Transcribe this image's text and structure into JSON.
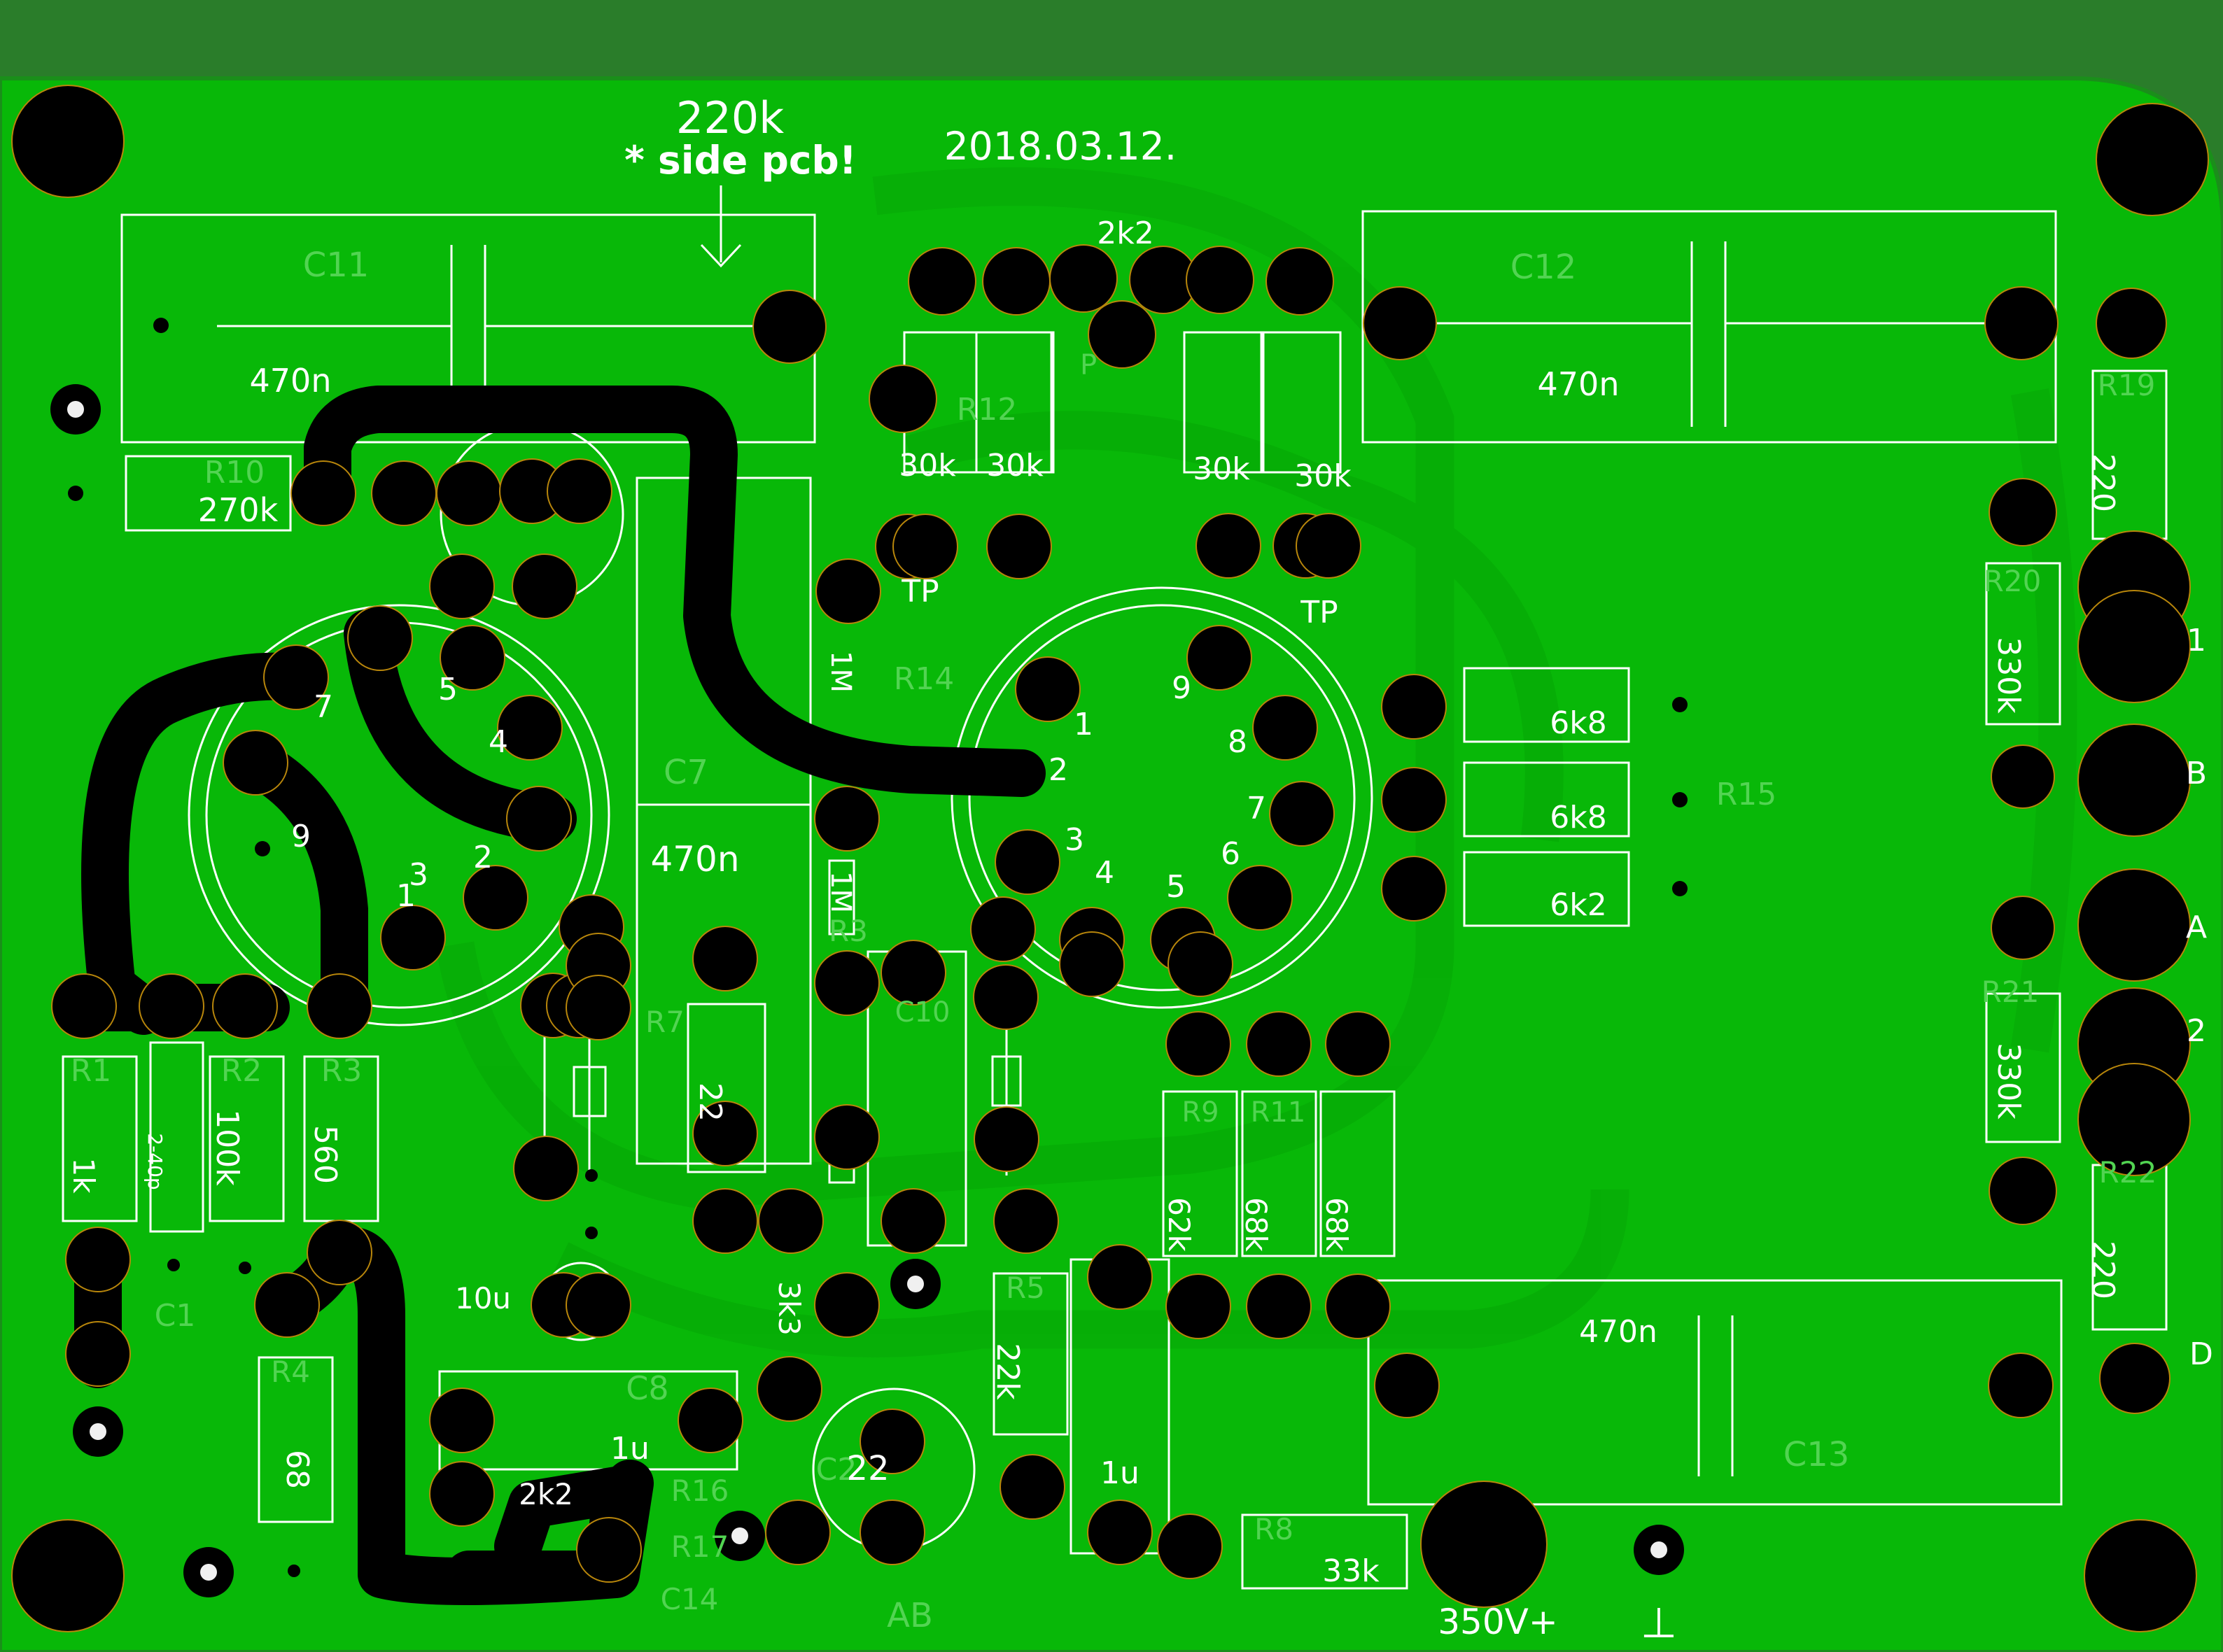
{
  "colors": {
    "margin": "#2a7d2a",
    "board": "#08b808",
    "board_edge": "#1a8f1a",
    "pour": "#06a806",
    "silk": "#ffffff",
    "silk_faint": "#52d452",
    "pad": "#000000",
    "pad_ring": "#b8860b",
    "hole": "#f0f0f0"
  },
  "annotations": {
    "header_value": "220k",
    "header_note": "* side pcb!",
    "date": "2018.03.12.",
    "hv_label": "350V+",
    "gnd_symbol": "⊥",
    "ab_label": "AB"
  },
  "silk_labels": [
    "C11",
    "470n",
    "R10",
    "270k",
    "R12",
    "30k",
    "30k",
    "2k2",
    "P",
    "30k",
    "30k",
    "TP",
    "TP",
    "C12",
    "470n",
    "R19",
    "220",
    "R20",
    "330k",
    "R14",
    "1M",
    "C7",
    "470n",
    "1M",
    "R3",
    "R7",
    "22",
    "C10",
    "R15",
    "6k8",
    "6k8",
    "6k2",
    "R1",
    "1k",
    "2-40p",
    "R2",
    "100k",
    "R3",
    "560",
    "C1",
    "R21",
    "330k",
    "R22",
    "220",
    "R9",
    "62k",
    "R11",
    "68k",
    "68k",
    "3k3",
    "10u",
    "C8",
    "1u",
    "2k2",
    "R16",
    "R17",
    "C14",
    "R4",
    "68",
    "C2",
    "22",
    "R5",
    "22k",
    "1u",
    "R8",
    "33k",
    "470n",
    "C13",
    "1",
    "B",
    "A",
    "2",
    "D"
  ],
  "tube_pins_left": [
    "7",
    "5",
    "4",
    "9",
    "3",
    "2",
    "1"
  ],
  "tube_pins_right": [
    "9",
    "1",
    "8",
    "2",
    "7",
    "3",
    "6",
    "4",
    "5"
  ]
}
